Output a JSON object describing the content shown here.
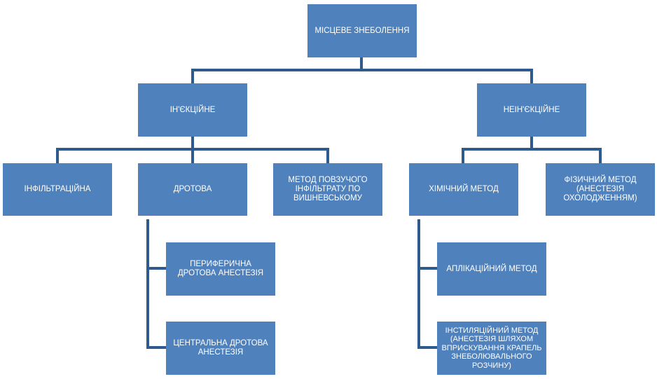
{
  "colors": {
    "node_fill": "#4f81bd",
    "connector": "#2f5a8e",
    "text": "#ffffff"
  },
  "nodes": {
    "root": "МІСЦЕВЕ ЗНЕБОЛЕННЯ",
    "injection": "ІН'ЄКЦІЙНЕ",
    "noninjection": "НЕІН'ЄКЦІЙНЕ",
    "infiltration": "ІНФІЛЬТРАЦІЙНА",
    "conduction": "ДРОТОВА",
    "vishnevsky": "МЕТОД ПОВЗУЧОГО ІНФІЛЬТРАТУ ПО ВИШНЕВСЬКОМУ",
    "chemical": "ХІМІЧНИЙ МЕТОД",
    "physical": "ФІЗИЧНИЙ МЕТОД (АНЕСТЕЗІЯ ОХОЛОДЖЕННЯМ)",
    "peripheral": "ПЕРИФЕРИЧНА ДРОТОВА АНЕСТЕЗІЯ",
    "central": "ЦЕНТРАЛЬНА ДРОТОВА АНЕСТЕЗІЯ",
    "application": "АПЛІКАЦІЙНИЙ МЕТОД",
    "instillation": "ІНСТИЛЯЦІЙНИЙ МЕТОД (АНЕСТЕЗІЯ ШЛЯХОМ ВПРИСКУВАННЯ КРАПЕЛЬ ЗНЕБОЛЮВАЛЬНОГО РОЗЧИНУ)"
  }
}
